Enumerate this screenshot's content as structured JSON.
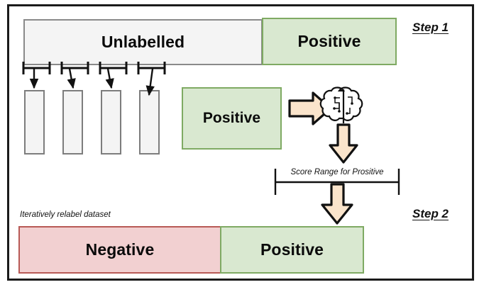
{
  "figure": {
    "title": "Positive-Unlabelled iterative relabelling pipeline",
    "colors": {
      "positive_fill": "#d9e8d0",
      "positive_border": "#7faa63",
      "negative_fill": "#f2d0d1",
      "negative_border": "#b85a56",
      "unlabelled_fill": "#f4f4f4",
      "unlabelled_border": "#8a8a8a",
      "arrow_fill": "#fae4cb",
      "arrow_stroke": "#111111",
      "frame_border": "#1b1b1b"
    }
  },
  "steps": {
    "step1": "Step 1",
    "step2": "Step 2"
  },
  "row_top": {
    "unlabelled_label": "Unlabelled",
    "positive_label": "Positive"
  },
  "row_middle": {
    "positive_label": "Positive",
    "chunks": [
      "",
      "",
      "",
      ""
    ],
    "brain_icon": "brain-circuit-icon",
    "right_arrow_icon": "arrow-right-icon",
    "down_arrow_icon": "arrow-down-icon"
  },
  "score_range": {
    "label": "Score Range for Prositive",
    "down_arrow_icon": "arrow-down-icon"
  },
  "row_bottom": {
    "note": "Iteratively relabel dataset",
    "negative_label": "Negative",
    "positive_label": "Positive"
  }
}
